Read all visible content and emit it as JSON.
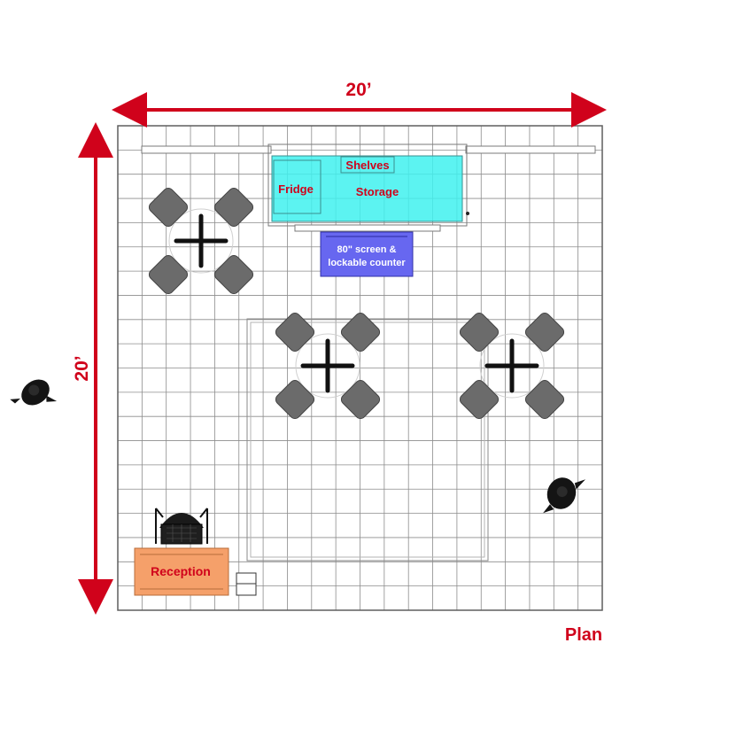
{
  "dimensions": {
    "width_label": "20’",
    "depth_label": "20’"
  },
  "labels": {
    "fridge": "Fridge",
    "shelves": "Shelves",
    "storage": "Storage",
    "screen_line1": "80\" screen &",
    "screen_line2": "lockable counter",
    "reception": "Reception",
    "plan": "Plan"
  },
  "colors": {
    "dimension_red": "#d0021b",
    "storage_cyan": "#3ff1ee",
    "screen_blue": "#6767f0",
    "reception_orange": "#f5a06a",
    "chair_gray": "#6b6b6b",
    "grid_gray": "#8c8c8c"
  },
  "icons": [
    "table-chair-group",
    "person-silhouette",
    "office-chair",
    "stool"
  ]
}
